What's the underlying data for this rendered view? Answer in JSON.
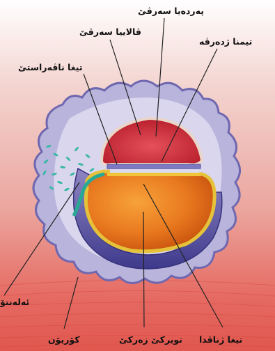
{
  "labels": {
    "membrane_top": "پەردەیا سەرڤێ",
    "amnion_cavity": "ڤالاییا سەرڤێ",
    "embryo_layers": "تیمنا ژدەرڤە",
    "ectoderm": "تیغا ناڤەراستێ",
    "chorion_label": "ئەلەنتۆ",
    "yolk_sac": "کۆریۆن",
    "yolk_center": "تویرکێ زەرکێ",
    "endoderm": "تیغا ژناڤدا"
  }
}
